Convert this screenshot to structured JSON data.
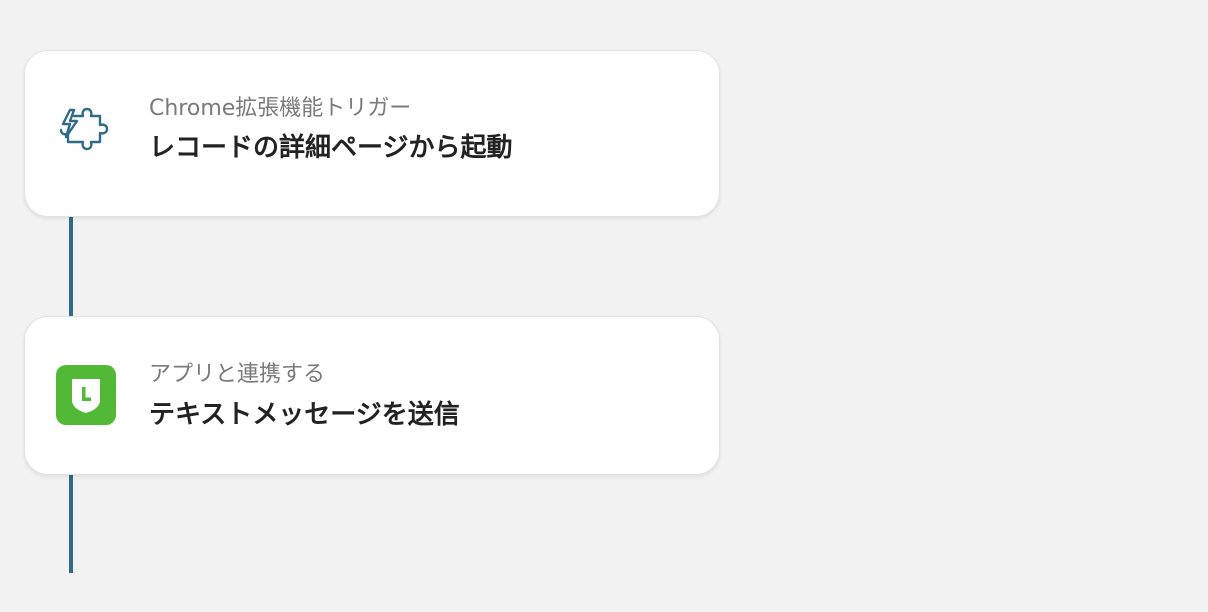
{
  "flow": {
    "steps": [
      {
        "subtitle": "Chrome拡張機能トリガー",
        "title": "レコードの詳細ページから起動",
        "icon": "puzzle-lightning-icon"
      },
      {
        "subtitle": "アプリと連携する",
        "title": "テキストメッセージを送信",
        "icon": "line-works-app-icon"
      }
    ]
  },
  "colors": {
    "background": "#f2f2f2",
    "connector": "#2f6b86",
    "app_icon_green": "#52b936",
    "trigger_icon_stroke": "#2f6b86"
  }
}
